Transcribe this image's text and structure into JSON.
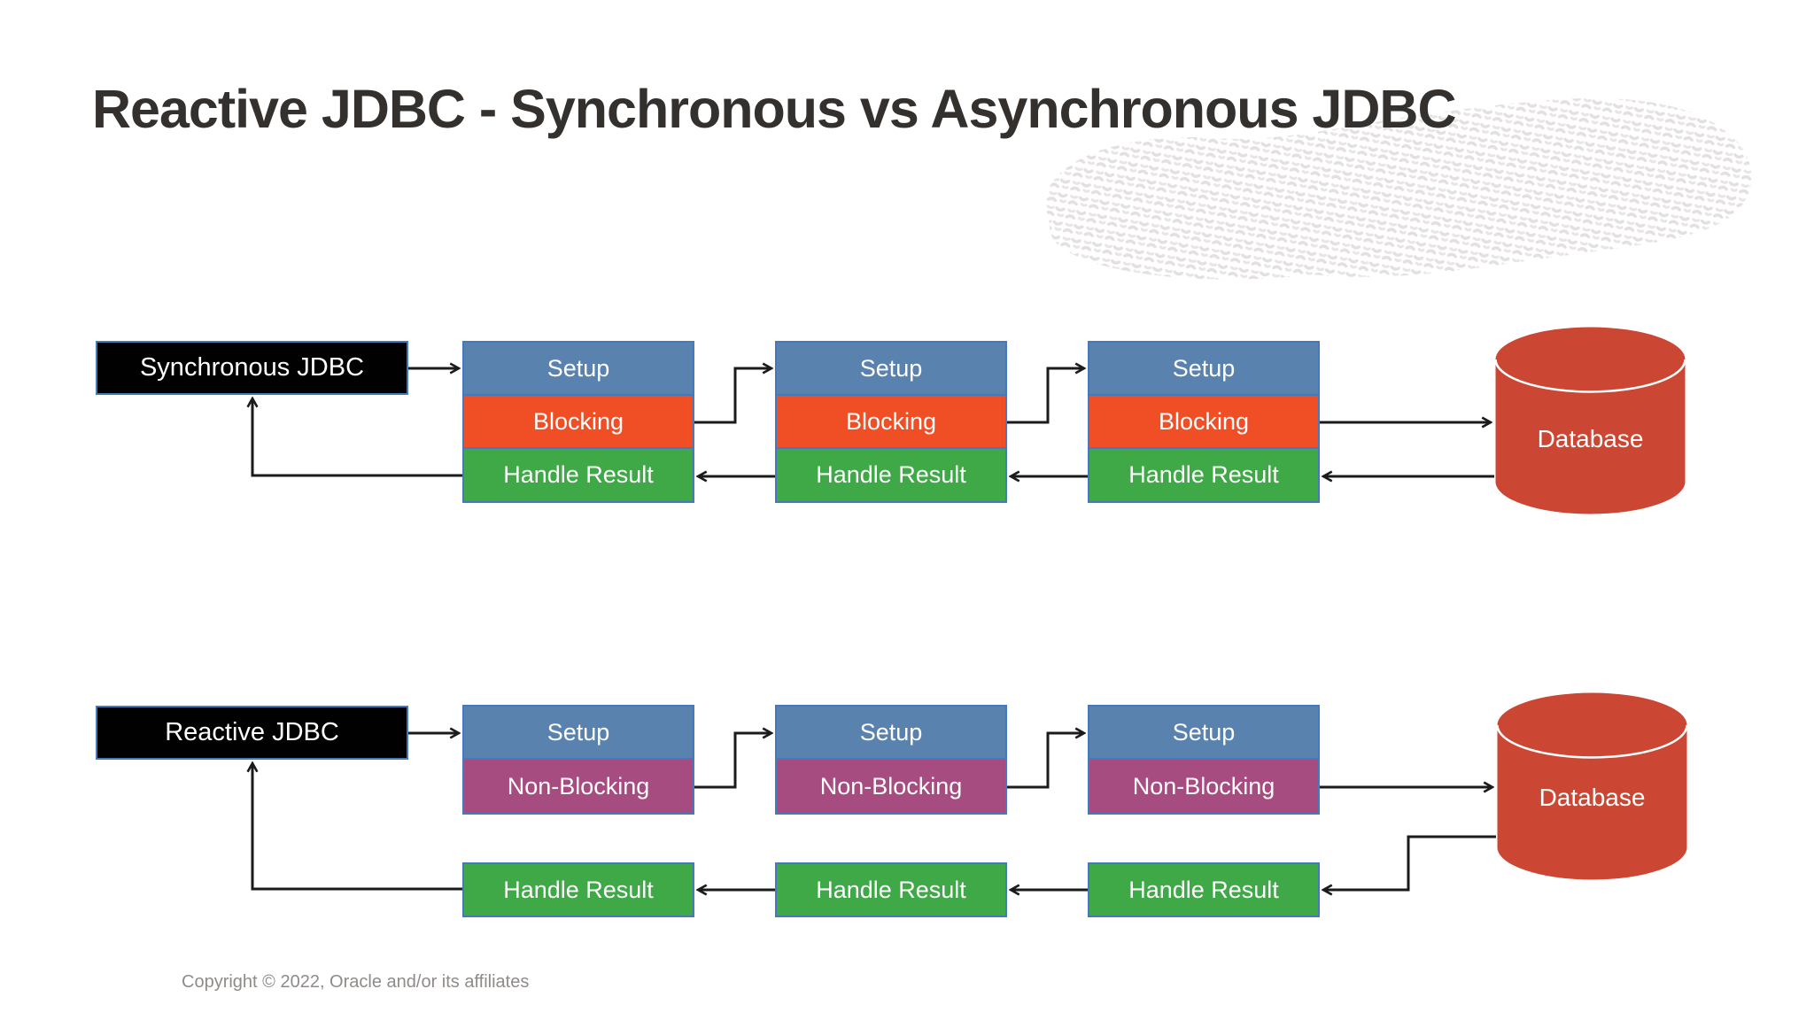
{
  "title": "Reactive JDBC - Synchronous vs Asynchronous JDBC",
  "footer": {
    "copyright": "Copyright © 2022, Oracle and/or its affiliates"
  },
  "colors": {
    "setup_blue": "#5a82af",
    "blocking_orange": "#f04e25",
    "nonblocking_purple": "#a74c81",
    "handle_result_green": "#3fa847",
    "database_red": "#cb4733",
    "label_black": "#010101",
    "box_border_blue": "#4678bd",
    "arrow_black": "#1b1b1b",
    "title_charcoal": "#34302e"
  },
  "diagrams": [
    {
      "label": "Synchronous JDBC",
      "database_label": "Database",
      "stages": [
        {
          "steps": [
            "Setup",
            "Blocking",
            "Handle Result"
          ]
        },
        {
          "steps": [
            "Setup",
            "Blocking",
            "Handle Result"
          ]
        },
        {
          "steps": [
            "Setup",
            "Blocking",
            "Handle Result"
          ]
        }
      ]
    },
    {
      "label": "Reactive JDBC",
      "database_label": "Database",
      "stages": [
        {
          "steps": [
            "Setup",
            "Non-Blocking"
          ],
          "handle_result": "Handle Result"
        },
        {
          "steps": [
            "Setup",
            "Non-Blocking"
          ],
          "handle_result": "Handle Result"
        },
        {
          "steps": [
            "Setup",
            "Non-Blocking"
          ],
          "handle_result": "Handle Result"
        }
      ]
    }
  ]
}
